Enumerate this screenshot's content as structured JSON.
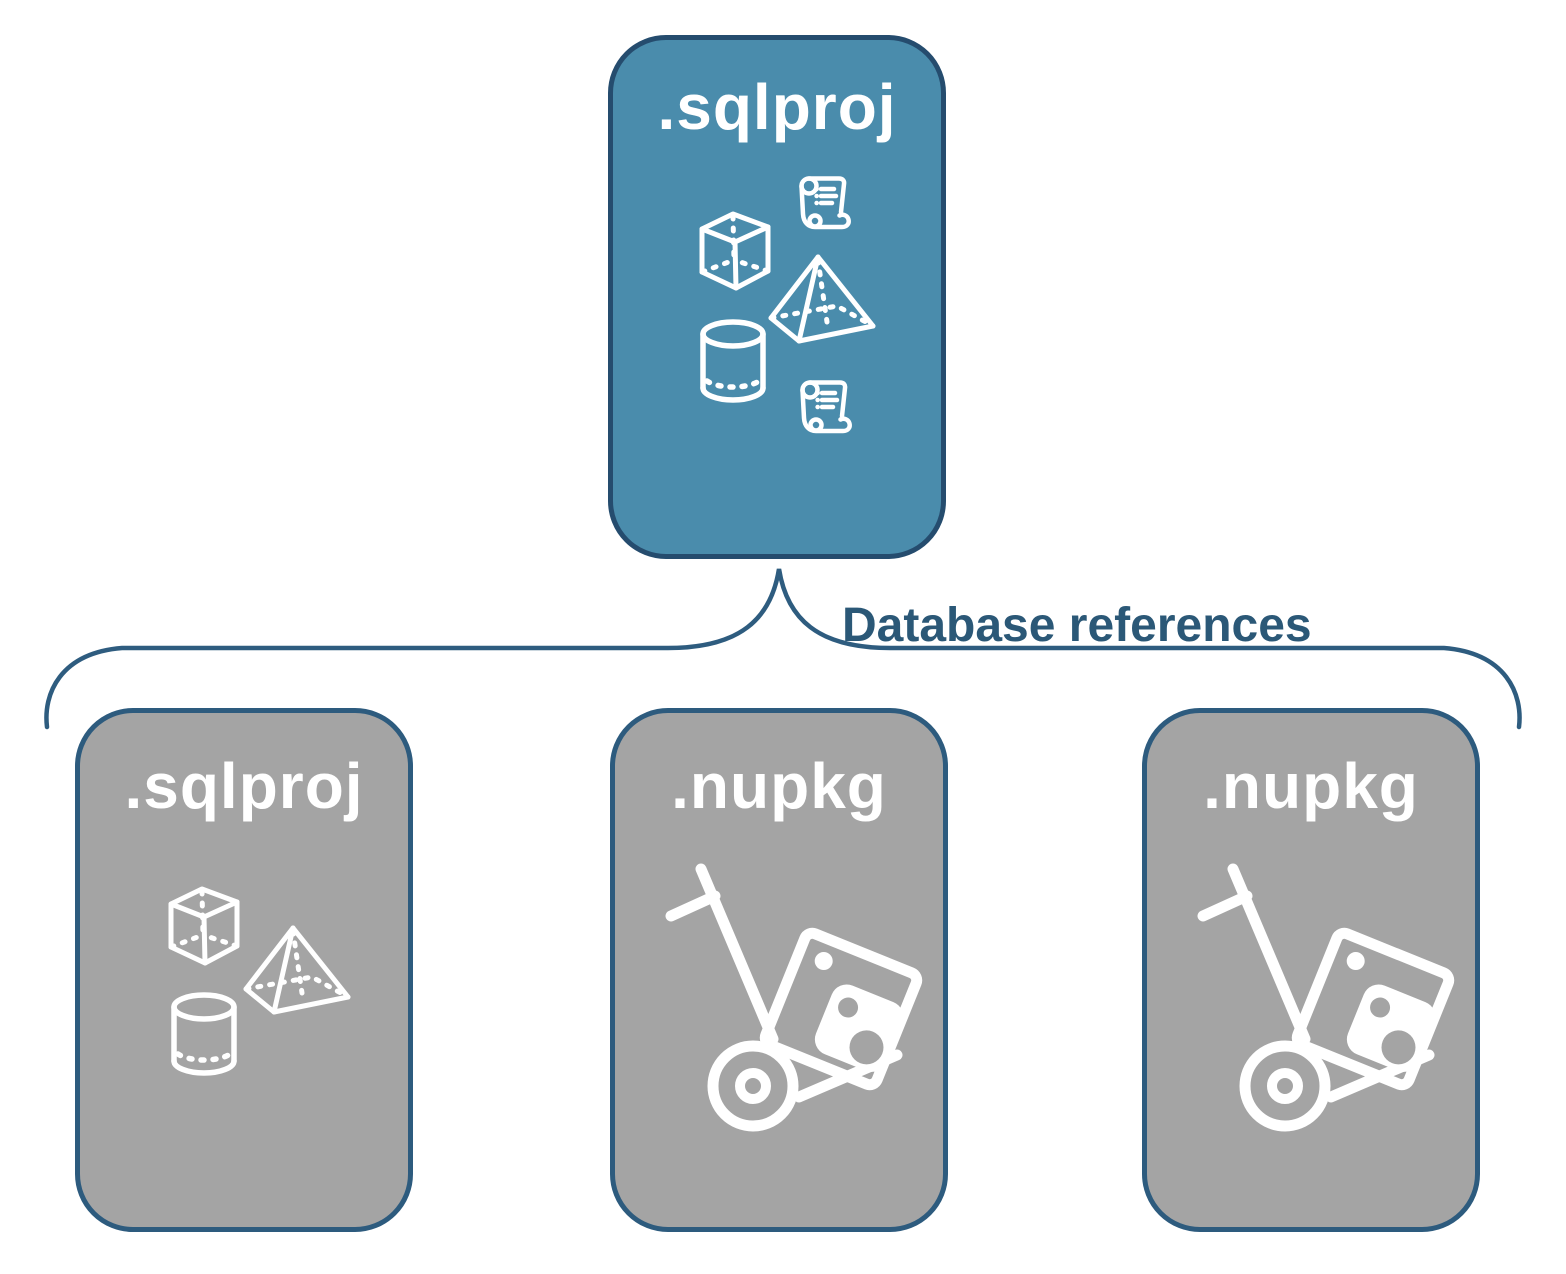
{
  "diagram": {
    "relationship_label": "Database references",
    "parent": {
      "label": ".sqlproj",
      "icons": [
        "scroll-icon",
        "cube-icon",
        "pyramid-icon",
        "cylinder-icon",
        "scroll-icon"
      ]
    },
    "children": [
      {
        "label": ".sqlproj",
        "icons": [
          "cube-icon",
          "pyramid-icon",
          "cylinder-icon"
        ]
      },
      {
        "label": ".nupkg",
        "icons": [
          "package-dolly-icon"
        ]
      },
      {
        "label": ".nupkg",
        "icons": [
          "package-dolly-icon"
        ]
      }
    ],
    "colors": {
      "parent_fill": "#4A8CAC",
      "parent_border": "#254C6E",
      "child_fill": "#A4A4A4",
      "child_border": "#2D5B7E",
      "connector": "#2E5C7F",
      "label_text": "#2B5877",
      "icon_stroke": "#FFFFFF",
      "background": "#FFFFFF"
    }
  }
}
